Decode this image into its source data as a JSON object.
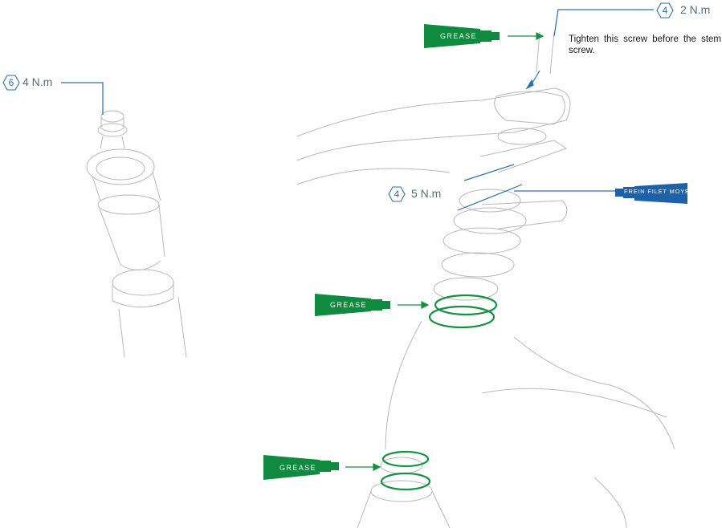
{
  "labels": {
    "grease_top": "GREASE",
    "grease_mid": "GREASE",
    "grease_bottom": "GREASE",
    "frein": "FREIN FILET MOYEN"
  },
  "torques": [
    {
      "number": "4",
      "value": "2 N.m"
    },
    {
      "number": "6",
      "value": "4 N.m"
    },
    {
      "number": "4",
      "value": "5 N.m"
    }
  ],
  "note": "Tighten this screw before the stem screw.",
  "colors": {
    "grease_green": "#0f8a3f",
    "frein_blue": "#1d62a8",
    "leader_blue": "#2a6fb0",
    "arrow_green": "#11933f",
    "outline": "#b8b8b8"
  }
}
